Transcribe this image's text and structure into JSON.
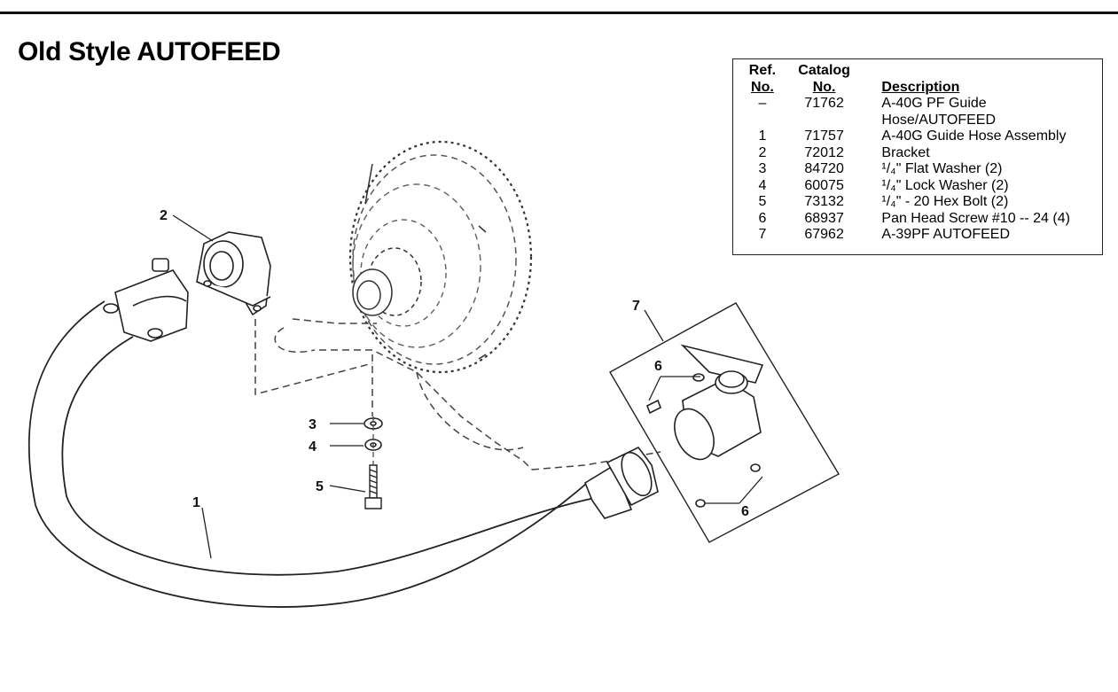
{
  "title": "Old Style AUTOFEED",
  "parts_table": {
    "headers": {
      "ref_line1": "Ref.",
      "ref_line2": "No.",
      "catalog_line1": "Catalog",
      "catalog_line2": "No.",
      "description": "Description"
    },
    "rows": [
      {
        "ref": "–",
        "catalog": "71762",
        "description": "A-40G PF Guide"
      },
      {
        "ref": "",
        "catalog": "",
        "description": "Hose/AUTOFEED"
      },
      {
        "ref": "1",
        "catalog": "71757",
        "description": "A-40G Guide Hose Assembly"
      },
      {
        "ref": "2",
        "catalog": "72012",
        "description": "Bracket"
      },
      {
        "ref": "3",
        "catalog": "84720",
        "description": "¹/₄\" Flat Washer (2)"
      },
      {
        "ref": "4",
        "catalog": "60075",
        "description": "¹/₄\" Lock Washer (2)"
      },
      {
        "ref": "5",
        "catalog": "73132",
        "description": "¹/₄\"  - 20 Hex Bolt (2)"
      },
      {
        "ref": "6",
        "catalog": "68937",
        "description": "Pan Head Screw #10 -- 24 (4)"
      },
      {
        "ref": "7",
        "catalog": "67962",
        "description": "A-39PF AUTOFEED"
      }
    ]
  },
  "callouts": {
    "c1": "1",
    "c2": "2",
    "c3": "3",
    "c4": "4",
    "c5": "5",
    "c6a": "6",
    "c6b": "6",
    "c7": "7"
  }
}
